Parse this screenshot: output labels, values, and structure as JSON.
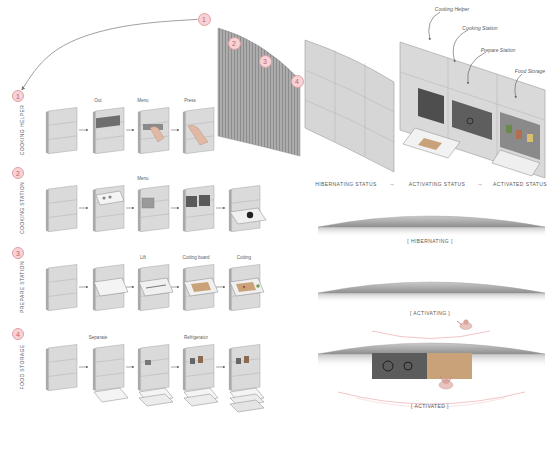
{
  "diagram": {
    "nodes": [
      {
        "text": [
          "1"
        ]
      },
      {
        "text": [
          "2"
        ]
      },
      {
        "text": [
          "3"
        ]
      },
      {
        "text": [
          "4"
        ]
      },
      {
        "text": [
          "1"
        ]
      },
      {
        "text": [
          "2"
        ]
      },
      {
        "text": [
          "3"
        ]
      },
      {
        "text": [
          "4"
        ]
      }
    ],
    "edges": [
      {
        "from": 0,
        "to": 4,
        "arrow": "to"
      }
    ],
    "labels": [
      "COOKING HELPER",
      "Out",
      "Menu",
      "Press",
      "COOKING STATION",
      "Menu",
      "PREPARE STATION",
      "Lift",
      "Cutting board",
      "Cutting",
      "FOOD STORAGE",
      "Separate",
      "Refrigerator",
      "Cooking Helper",
      "Cooking Station",
      "Prepare Station",
      "Food Storage",
      "HIBERNATING STATUS",
      "→",
      "ACTIVATING STATUS",
      "→",
      "ACTIVATED STATUS",
      "[ HIBERNATING ]",
      "[ ACTIVATING ]",
      "[ ACTIVATED ]"
    ]
  }
}
